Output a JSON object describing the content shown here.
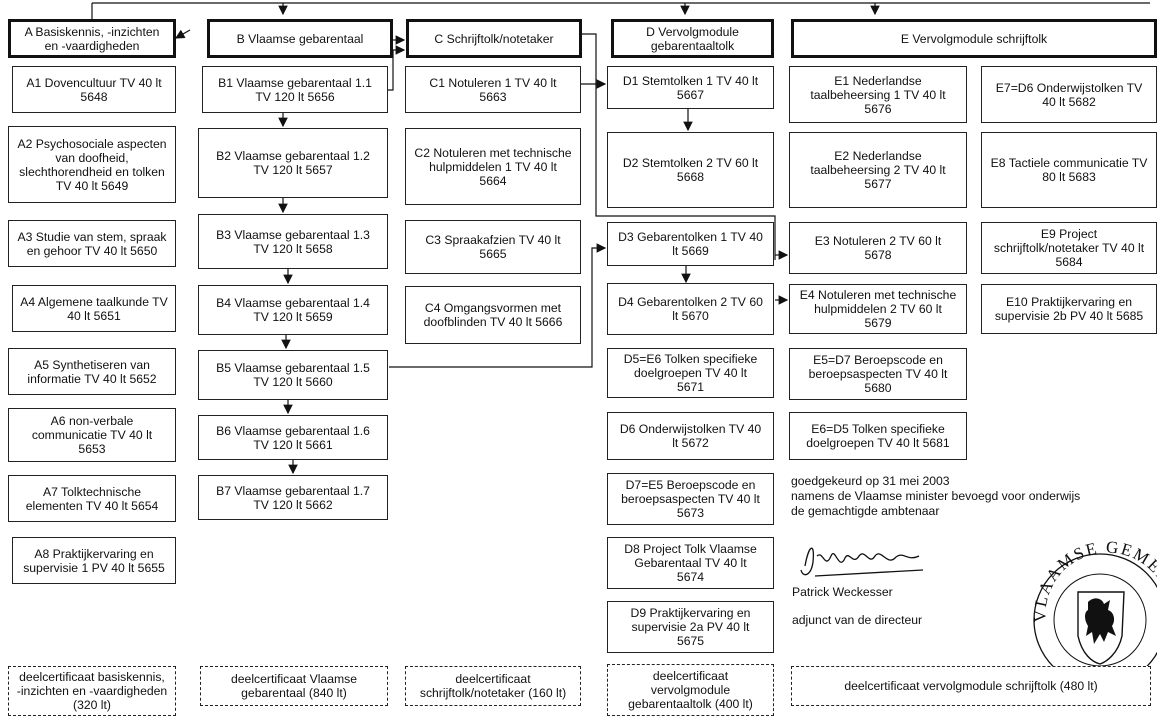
{
  "headers": {
    "A": "A Basiskennis, -inzichten\nen -vaardigheden",
    "B": "B Vlaamse gebarentaal",
    "C": "C Schrijftolk/notetaker",
    "D": "D Vervolgmodule\ngebarentaaltolk",
    "E": "E Vervolgmodule schrijftolk"
  },
  "modules": {
    "A1": "A1 Dovencultuur TV 40 lt\n5648",
    "A2": "A2 Psychosociale aspecten\nvan doofheid,\nslechthorendheid en tolken\nTV 40 lt   5649",
    "A3": "A3 Studie van stem, spraak\nen gehoor TV 40 lt   5650",
    "A4": "A4 Algemene taalkunde TV\n40 lt   5651",
    "A5": "A5 Synthetiseren van\ninformatie TV 40 lt   5652",
    "A6": "A6 non-verbale\ncommunicatie TV 40 lt\n5653",
    "A7": "A7 Tolktechnische\nelementen TV 40 lt   5654",
    "A8": "A8 Praktijkervaring en\nsupervisie 1 PV 40 lt   5655",
    "B1": "B1  Vlaamse gebarentaal 1.1\nTV 120 lt   5656",
    "B2": "B2  Vlaamse gebarentaal 1.2\nTV 120 lt   5657",
    "B3": "B3  Vlaamse gebarentaal 1.3\nTV 120 lt   5658",
    "B4": "B4  Vlaamse gebarentaal 1.4\nTV 120 lt   5659",
    "B5": "B5  Vlaamse gebarentaal 1.5\nTV 120 lt   5660",
    "B6": "B6  Vlaamse gebarentaal 1.6\nTV 120 lt   5661",
    "B7": "B7  Vlaamse gebarentaal 1.7\nTV 120 lt   5662",
    "C1": "C1 Notuleren 1 TV 40 lt\n5663",
    "C2": "C2 Notuleren met technische\nhulpmiddelen 1 TV 40 lt\n5664",
    "C3": "C3 Spraakafzien TV 40 lt\n5665",
    "C4": "C4 Omgangsvormen met\ndoofblinden TV 40 lt   5666",
    "D1": "D1 Stemtolken 1 TV 40 lt\n5667",
    "D2": "D2 Stemtolken 2 TV 60 lt\n5668",
    "D3": "D3 Gebarentolken 1 TV 40\nlt   5669",
    "D4": "D4 Gebarentolken 2 TV 60\nlt   5670",
    "D5": "D5=E6 Tolken specifieke\ndoelgroepen TV 40 lt\n5671",
    "D6": "D6 Onderwijstolken TV 40\nlt   5672",
    "D7": "D7=E5 Beroepscode en\nberoepsaspecten TV    40 lt\n5673",
    "D8": "D8 Project Tolk Vlaamse\nGebarentaal TV 40 lt\n5674",
    "D9": "D9 Praktijkervaring en\nsupervisie 2a PV 40 lt\n5675",
    "E1": "E1 Nederlandse\ntaalbeheersing 1 TV 40 lt\n5676",
    "E2": "E2 Nederlandse\ntaalbeheersing 2 TV 40 lt\n5677",
    "E3": "E3 Notuleren 2 TV 60 lt\n5678",
    "E4": "E4 Notuleren met technische\nhulpmiddelen 2 TV 60 lt\n5679",
    "E5": "E5=D7 Beroepscode en\nberoepsaspecten TV 40 lt\n5680",
    "E6": "E6=D5 Tolken specifieke\ndoelgroepen TV 40 lt   5681",
    "E7": "E7=D6 Onderwijstolken TV\n40 lt   5682",
    "E8": "E8 Tactiele communicatie TV\n80 lt   5683",
    "E9": "E9 Project\nschrijftolk/notetaker TV 40 lt\n5684",
    "E10": "E10 Praktijkervaring en\nsupervisie 2b PV 40 lt   5685"
  },
  "certificates": {
    "A": "deelcertificaat basiskennis,\n-inzichten en -vaardigheden\n(320 lt)",
    "B": "deelcertificaat Vlaamse\ngebarentaal (840 lt)",
    "C": "deelcertificaat\nschrijftolk/notetaker (160 lt)",
    "D": "deelcertificaat\nvervolgmodule\ngebarentaaltolk (400 lt)",
    "E": "deelcertificaat vervolgmodule schrijftolk (480 lt)"
  },
  "approval": {
    "text": "goedgekeurd op 31 mei 2003\nnamens de Vlaamse minister bevoegd voor onderwijs\nde gemachtigde ambtenaar",
    "name": "Patrick Weckesser",
    "role": "adjunct van de directeur"
  },
  "seal": {
    "text": "VLAAMSE GEMEENSCHAP"
  }
}
